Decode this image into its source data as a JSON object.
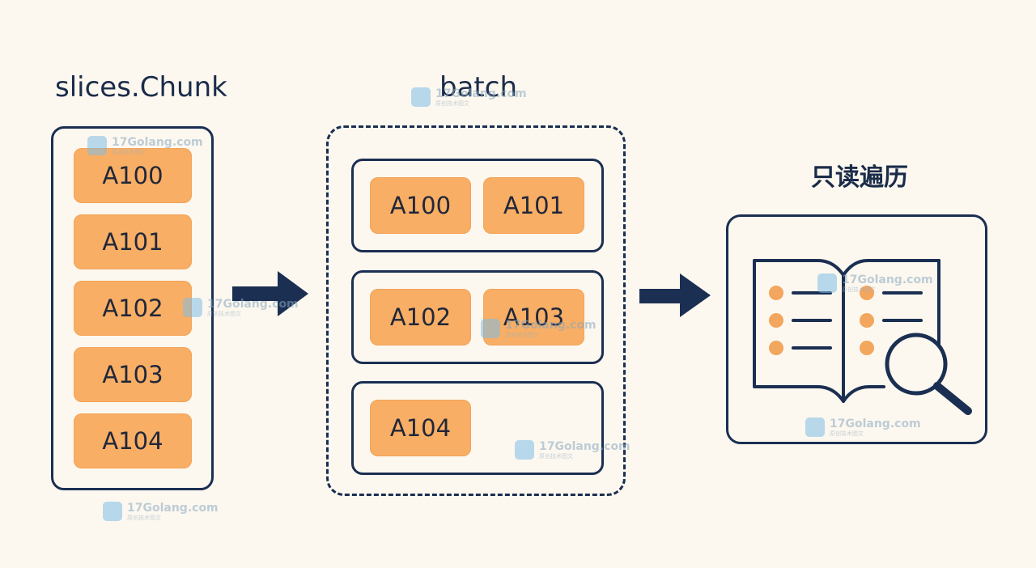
{
  "titles": {
    "chunk": "slices.Chunk",
    "batch": "batch",
    "readonly": "只读遍历"
  },
  "chunk_items": [
    "A100",
    "A101",
    "A102",
    "A103",
    "A104"
  ],
  "batch_groups": [
    [
      "A100",
      "A101"
    ],
    [
      "A102",
      "A103"
    ],
    [
      "A104"
    ]
  ],
  "watermark": {
    "text": "17Golang.com",
    "subtext": "原创技术图文"
  },
  "colors": {
    "background": "#fcf8ef",
    "navy": "#1b2f52",
    "chip": "#f8ae64",
    "dot": "#f2a65e"
  },
  "icons": [
    "right-arrow-icon",
    "open-book-icon",
    "magnifier-icon"
  ]
}
